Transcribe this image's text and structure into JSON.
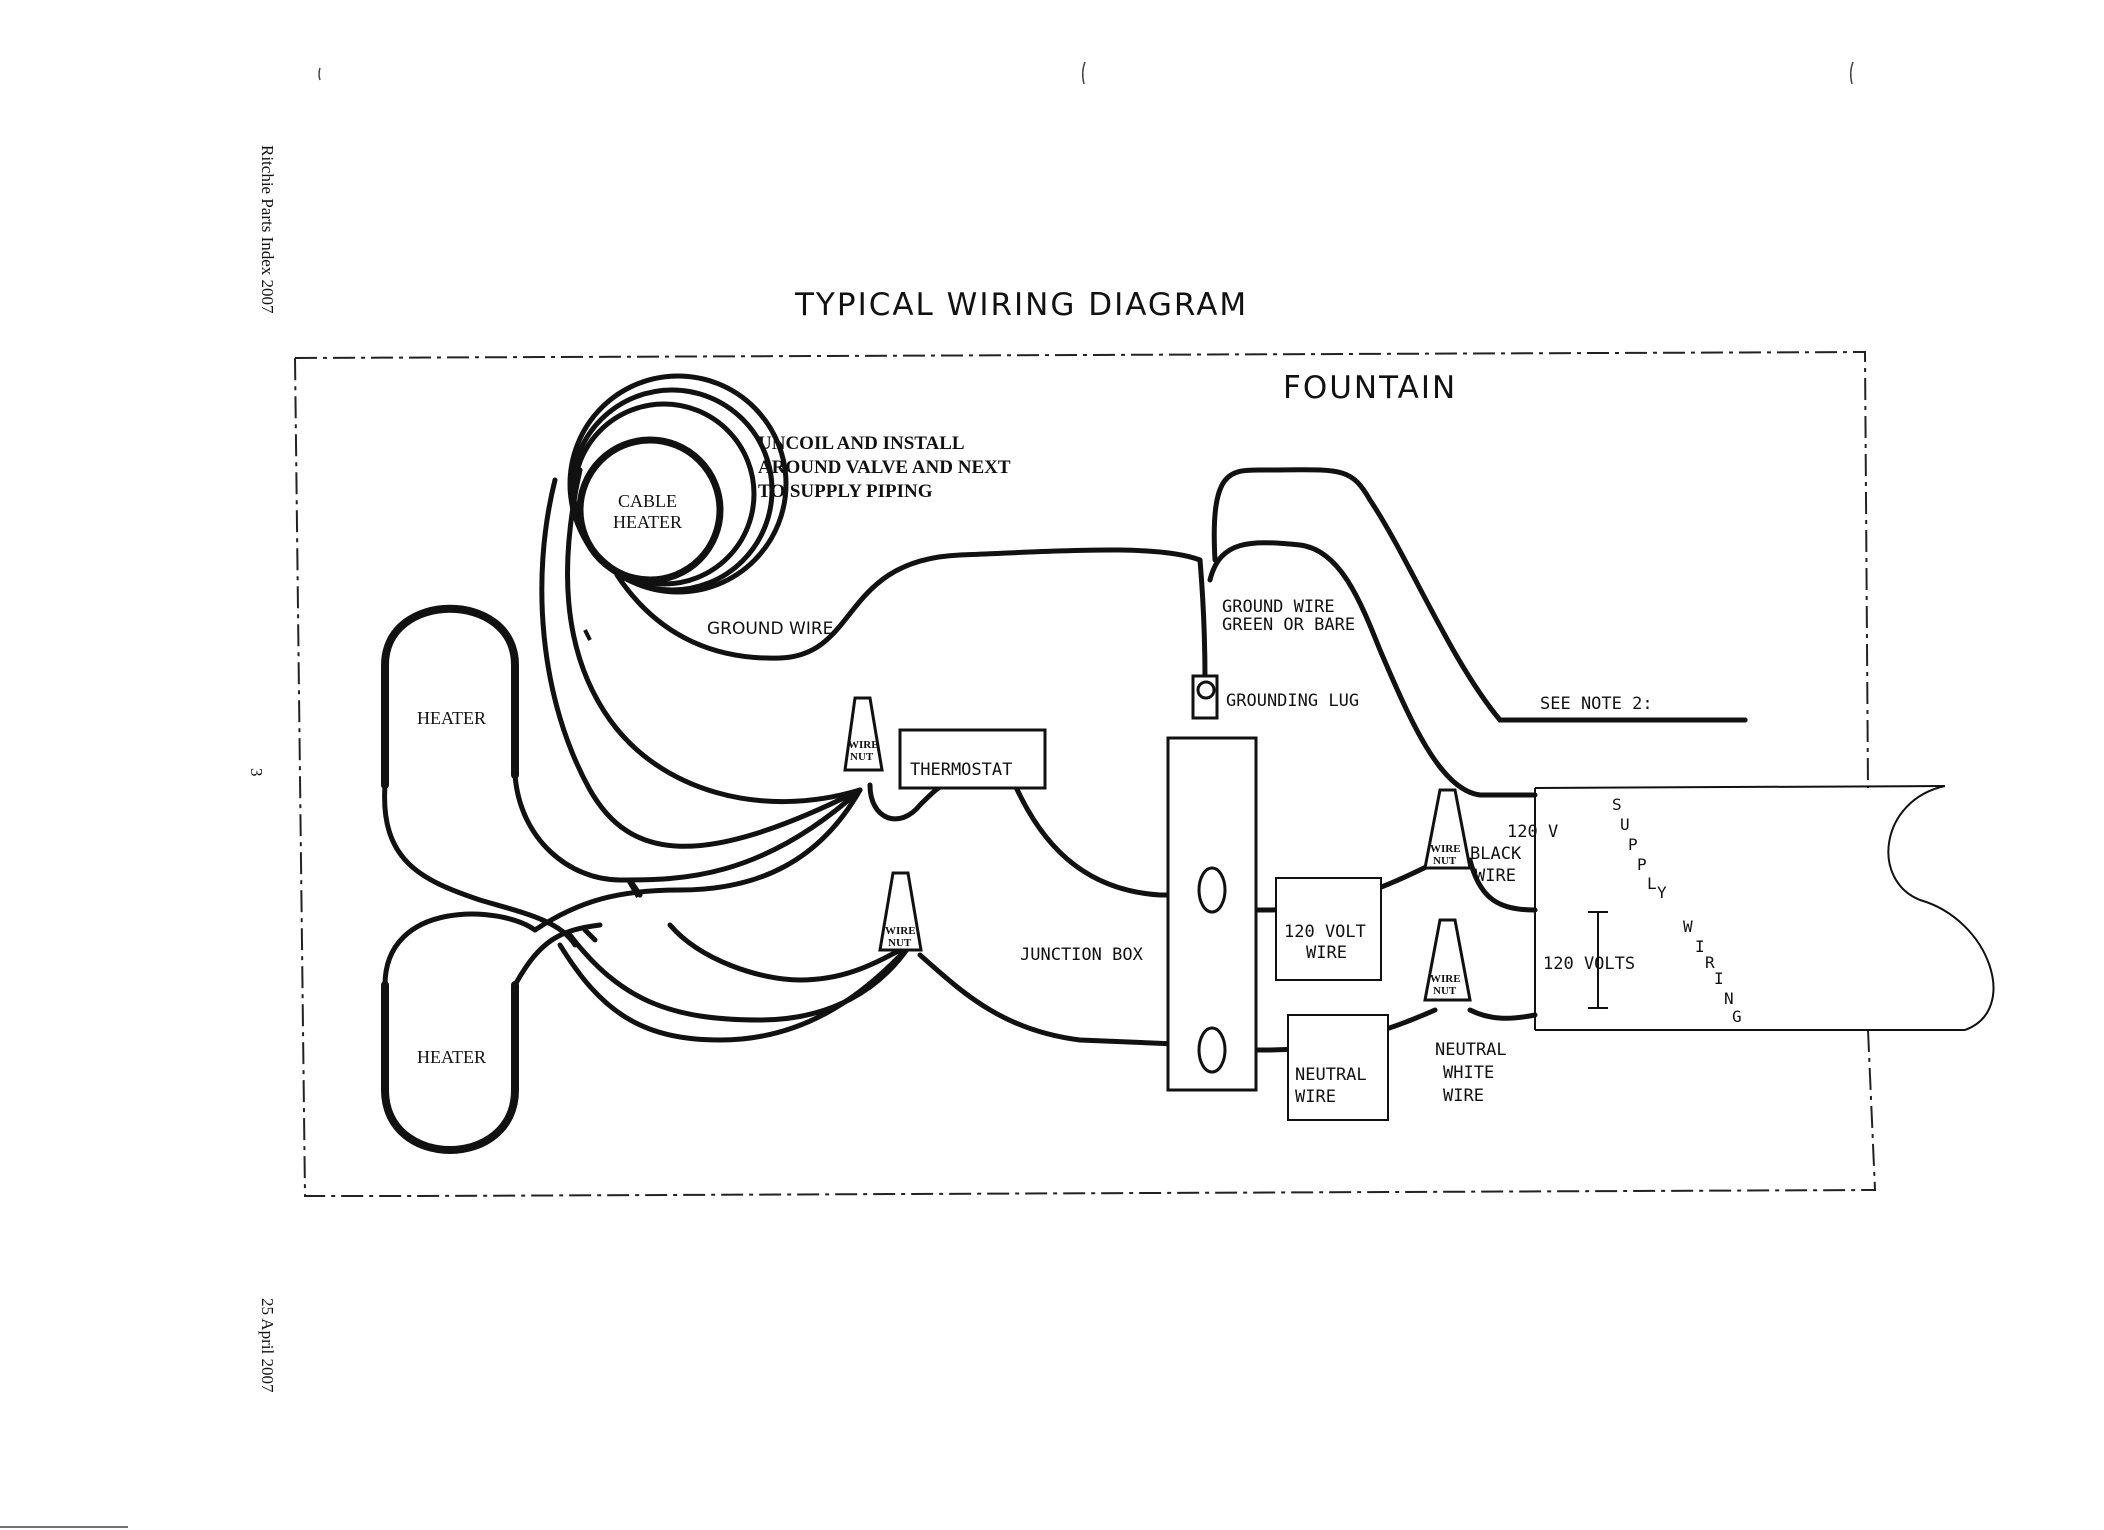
{
  "margin": {
    "document_title": "Ritchie Parts Index 2007",
    "page_number": "3",
    "date": "25 April 2007"
  },
  "diagram": {
    "title": "TYPICAL WIRING DIAGRAM",
    "region_label": "FOUNTAIN",
    "install_note": [
      "UNCOIL AND INSTALL",
      "AROUND VALVE AND NEXT",
      "TO SUPPLY PIPING"
    ],
    "cable_heater": [
      "CABLE",
      "HEATER"
    ],
    "heater_top": "HEATER",
    "heater_bottom": "HEATER",
    "ground_wire": "GROUND WIRE",
    "ground_wire_green": [
      "GROUND WIRE",
      "GREEN OR BARE"
    ],
    "grounding_lug": "GROUNDING LUG",
    "see_note": "SEE NOTE 2:",
    "wire_nut": [
      "WIRE",
      "NUT"
    ],
    "thermostat": "THERMOSTAT",
    "junction_box": "JUNCTION BOX",
    "volt_wire_box": [
      "120 VOLT",
      "WIRE"
    ],
    "neutral_wire_box": [
      "NEUTRAL",
      "WIRE"
    ],
    "black_wire": [
      "120 V",
      "BLACK",
      "WIRE"
    ],
    "neutral_white_wire": [
      "NEUTRAL",
      "WHITE",
      "WIRE"
    ],
    "volts": "120 VOLTS",
    "supply_wiring": [
      "S",
      "U",
      "P",
      "P",
      "L",
      "Y",
      "W",
      "I",
      "R",
      "I",
      "N",
      "G"
    ]
  },
  "colors": {
    "ink": "#111111",
    "background": "#ffffff"
  }
}
